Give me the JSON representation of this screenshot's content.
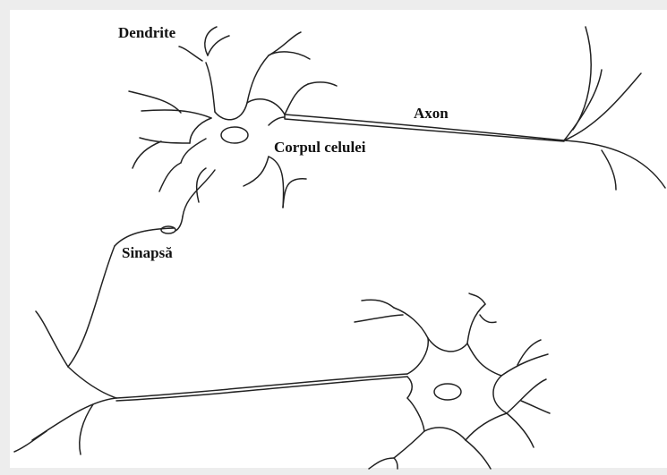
{
  "labels": {
    "dendrite": "Dendrite",
    "axon": "Axon",
    "cell_body": "Corpul celulei",
    "synapse": "Sinapsă"
  },
  "colors": {
    "background": "#ededed",
    "panel": "#ffffff",
    "line": "#222222",
    "text": "#111111"
  }
}
